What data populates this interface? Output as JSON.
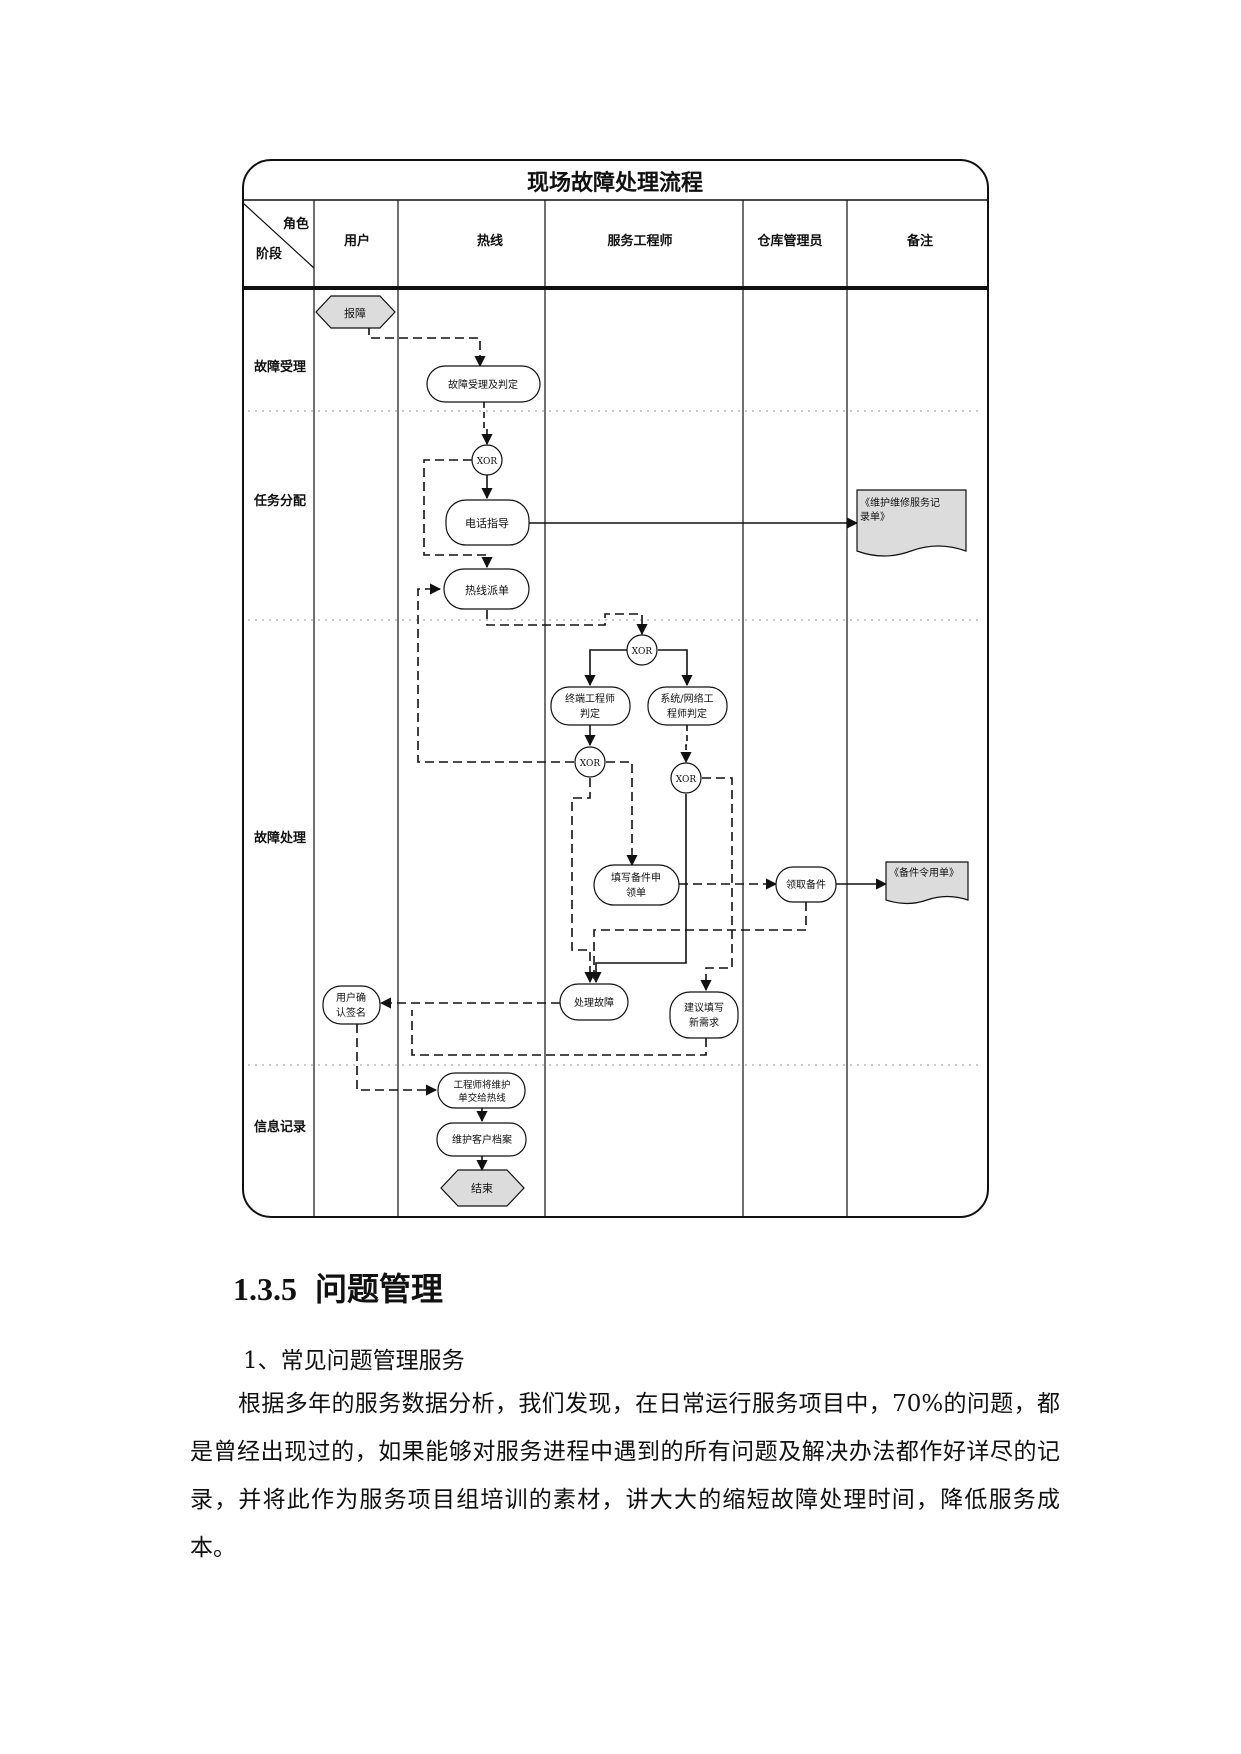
{
  "diagram": {
    "title": "现场故障处理流程",
    "header": {
      "role_label": "角色",
      "stage_label": "阶段",
      "lanes": [
        "用户",
        "热线",
        "服务工程师",
        "仓库管理员",
        "备注"
      ]
    },
    "phases": [
      "故障受理",
      "任务分配",
      "故障处理",
      "信息记录"
    ],
    "nodes": {
      "report": "报障",
      "accept": "故障受理及判定",
      "xor": "XOR",
      "phone_guide": [
        "电话指导"
      ],
      "dispatch": [
        "热线派单"
      ],
      "terminal_eng": [
        "终端工程师",
        "判定"
      ],
      "system_eng": [
        "系统/网络工",
        "程师判定"
      ],
      "fill_request": [
        "填写备件申",
        "领单"
      ],
      "get_parts": [
        "领取备件"
      ],
      "fix": [
        "处理故障"
      ],
      "suggest": [
        "建议填写",
        "新需求"
      ],
      "user_confirm": [
        "用户确",
        "认签名"
      ],
      "handover": [
        "工程师将维护",
        "单交给热线"
      ],
      "archive": [
        "维护客户档案"
      ],
      "end": "结束",
      "doc_service": [
        "《维护维修服务记",
        "录单》"
      ],
      "doc_parts": [
        "《备件令用单》"
      ]
    }
  },
  "section": {
    "number": "1.3.5",
    "title": "问题管理"
  },
  "list_item": "1、常见问题管理服务",
  "paragraph": "根据多年的服务数据分析，我们发现，在日常运行服务项目中，70%的问题，都是曾经出现过的，如果能够对服务进程中遇到的所有问题及解决办法都作好详尽的记录，并将此作为服务项目组培训的素材，讲大大的缩短故障处理时间，降低服务成本。"
}
